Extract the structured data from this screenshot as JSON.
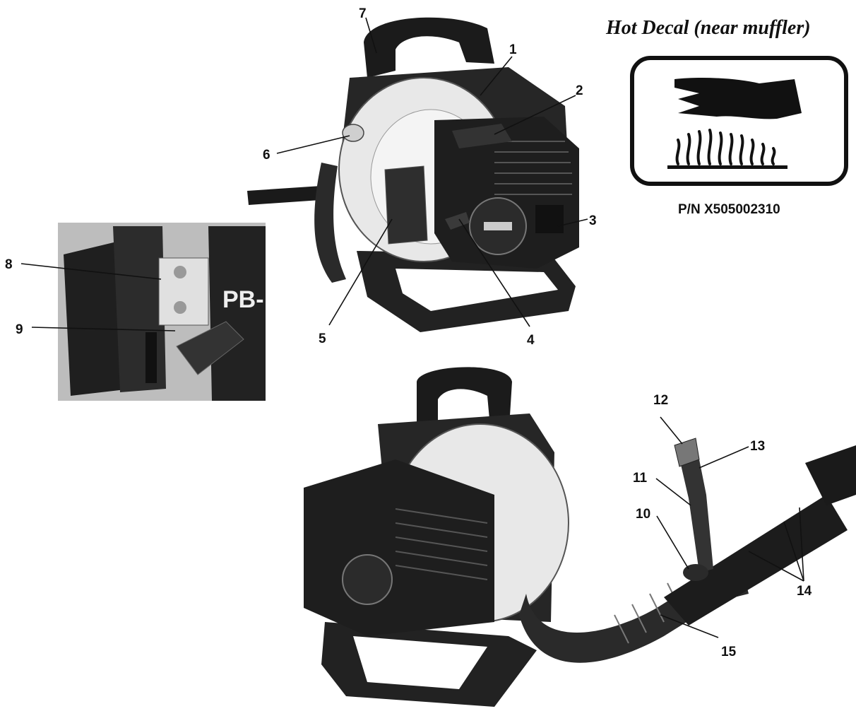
{
  "decal": {
    "title": "Hot Decal (near muffler)",
    "part_number": "P/N X505002310"
  },
  "inset_text": "PB-",
  "callouts": [
    "1",
    "2",
    "3",
    "4",
    "5",
    "6",
    "7",
    "8",
    "9",
    "10",
    "11",
    "12",
    "13",
    "14",
    "15"
  ]
}
